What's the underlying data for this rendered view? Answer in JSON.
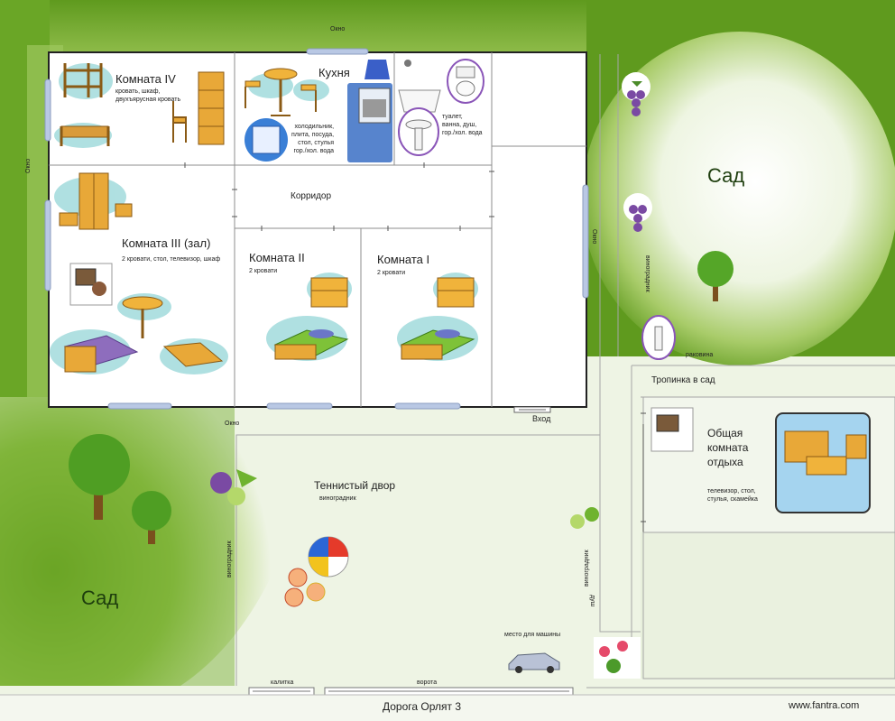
{
  "plan": {
    "gardens": {
      "top_right": "Сад",
      "bottom_left": "Сад"
    },
    "rooms": {
      "room4": {
        "title": "Комната IV",
        "desc": "кровать, шкаф,\nдвухъярусная кровать"
      },
      "kitchen": {
        "title": "Кухня",
        "desc": "холодильник,\nплита, посуда,\nстол, стулья\nгор./хол. вода"
      },
      "bathroom": {
        "desc": "туалет,\nванна, душ,\nгор./хол. вода"
      },
      "corridor": {
        "title": "Корридор"
      },
      "room3": {
        "title": "Комната III (зал)",
        "desc": "2 кровати, стол, телевизор, шкаф"
      },
      "room2": {
        "title": "Комната II",
        "desc": "2 кровати"
      },
      "room1": {
        "title": "Комната I",
        "desc": "2 кровати"
      },
      "common": {
        "title": "Общая\nкомната\nотдыха",
        "desc": "телевизор, стол,\nстулья, скамейка"
      }
    },
    "labels": {
      "window_top": "Окно",
      "window_left": "Окно",
      "window_right": "Окно",
      "window_bottom": "Окно",
      "entrance": "Вход",
      "path_to_garden": "Тропинка в сад",
      "shady_yard": "Теннистый двор",
      "vineyard_yard": "виноградник",
      "vineyard_right_top": "виноградник",
      "vineyard_left": "виноградник",
      "vineyard_right_bottom": "виноградник",
      "sink": "раковина",
      "shower": "душ",
      "parking": "место для машины",
      "wicket": "калитка",
      "gate": "ворота",
      "road": "Дорога Орлят 3",
      "site": "www.fantra.com"
    },
    "colors": {
      "grass": "#5f9a1e",
      "grass_light": "#a9cc6a",
      "floor": "#ffffff",
      "yard": "#eef4e4",
      "wall": "#222222",
      "window": "#b9c8e4",
      "room_line": "#8c8c8c"
    }
  }
}
